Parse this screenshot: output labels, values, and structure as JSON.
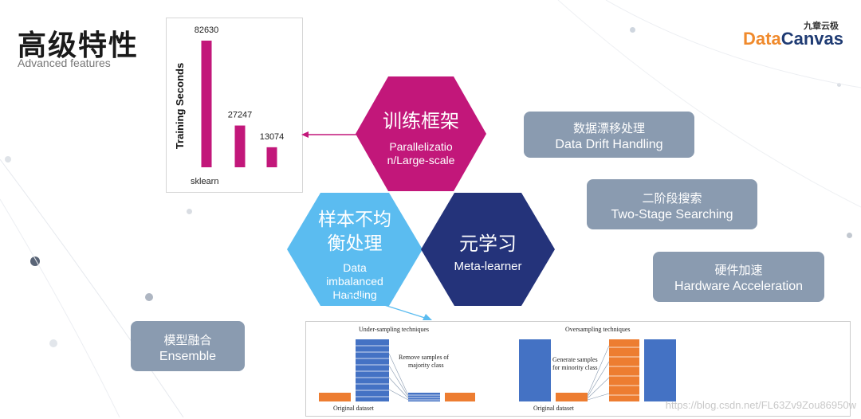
{
  "header": {
    "title_cn": "高级特性",
    "title_en": "Advanced features"
  },
  "logo": {
    "top": "九章云极",
    "brand_a": "Data",
    "brand_b": "Canvas",
    "colors": {
      "brand_a": "#f08a2c",
      "brand_b": "#1f3b73"
    }
  },
  "chart_data": {
    "type": "bar",
    "categories": [
      "sklearn",
      "",
      ""
    ],
    "values": [
      82630,
      27247,
      13074
    ],
    "ylabel": "Training Seconds",
    "ylim": [
      0,
      82630
    ],
    "bar_color": "#c2177a",
    "data_labels": [
      "82630",
      "27247",
      "13074"
    ]
  },
  "hexagons": {
    "training": {
      "cn": "训练框架",
      "en_line1": "Parallelizatio",
      "en_line2": "n/Large-scale",
      "color": "#c2177a"
    },
    "imbalance": {
      "cn_line1": "样本不均",
      "cn_line2": "衡处理",
      "en_line1": "Data",
      "en_line2": "imbalanced",
      "en_line3": "Handling",
      "color": "#5bbcf0"
    },
    "meta": {
      "cn": "元学习",
      "en": "Meta-learner",
      "color": "#24337a"
    }
  },
  "pills": {
    "drift": {
      "cn": "数据漂移处理",
      "en": "Data Drift Handling"
    },
    "two_stage": {
      "cn": "二阶段搜索",
      "en": "Two-Stage Searching"
    },
    "hardware": {
      "cn": "硬件加速",
      "en": "Hardware Acceleration"
    },
    "ensemble": {
      "cn": "模型融合",
      "en": "Ensemble"
    }
  },
  "sampling": {
    "under_title": "Under-sampling techniques",
    "under_note_1": "Remove samples of",
    "under_note_2": "majority class",
    "under_caption": "Original dataset",
    "over_title": "Oversampling techniques",
    "over_note_1": "Generate samples",
    "over_note_2": "for minority class",
    "over_caption": "Original dataset",
    "colors": {
      "majority": "#4472c4",
      "minority": "#ed7d31"
    }
  },
  "watermark": "https://blog.csdn.net/FL63Zv9Zou86950w"
}
